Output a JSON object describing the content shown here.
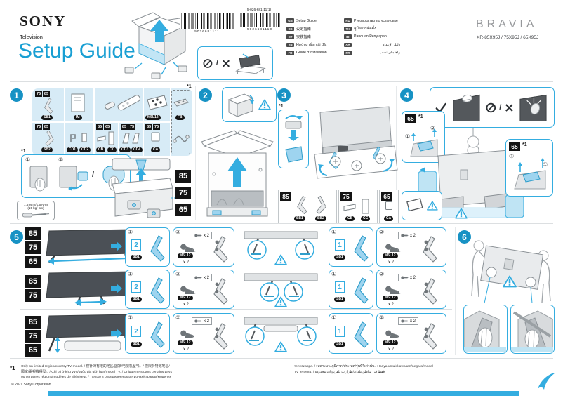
{
  "page": {
    "accent": "#34ade0",
    "accent_dark": "#1792c4",
    "copyright": "© 2021 Sony Corporation"
  },
  "header": {
    "brand": "SONY",
    "product_type": "Television",
    "title": "Setup Guide",
    "barcode_left_text": "5026681111",
    "part_number": "5-026-681-11(1)",
    "barcode_right_text": "5026681110",
    "series": "BRAVIA",
    "models": "XR-85X95J / 75X95J / 65X95J",
    "languages": [
      {
        "code": "GB",
        "label": "Setup Guide"
      },
      {
        "code": "CS",
        "label": "设定指南"
      },
      {
        "code": "CT",
        "label": "安裝指南"
      },
      {
        "code": "VN",
        "label": "Hướng dẫn cài đặt"
      },
      {
        "code": "FR",
        "label": "Guide d'installation"
      },
      {
        "code": "RU",
        "label": "Руководство по установке"
      },
      {
        "code": "TH",
        "label": "คู่มือการติดตั้ง"
      },
      {
        "code": "ID",
        "label": "Panduan Penyiapan"
      },
      {
        "code": "AR",
        "label": "دليل الإعداد"
      },
      {
        "code": "PR",
        "label": "راهنمای نصب"
      }
    ]
  },
  "sizes": {
    "s85": "85",
    "s75": "75",
    "s65": "65"
  },
  "parts": {
    "sb1": "SB1",
    "sb2": "SB2",
    "im": "IM",
    "m5l12": "M5L12",
    "fb": "FB",
    "cd1": "CD1",
    "cd2": "CD2",
    "cb": "CB",
    "cc": "CC",
    "cd3": "CD3",
    "cd4": "CD4",
    "ca": "CA"
  },
  "steps": {
    "n1": "1",
    "n2": "2",
    "n3": "3",
    "n4": "4",
    "n5": "5",
    "n6": "6"
  },
  "notes": {
    "star1": "*1",
    "torque_line1": "1.5 N·m/1.5 N·m",
    "torque_line2": "(15 kgf·cm)",
    "qty2": "x 2",
    "pos1": "1",
    "pos2": "2",
    "sub1": "①",
    "sub2": "②",
    "sub3": "③",
    "slash": "/"
  },
  "footer": {
    "note_label": "*1",
    "left_lines": [
      "Only on limited region/country/TV model. / 仅针对有限的地区/国家/电视机型号。/ 僅限於特定地區/",
      "國家/電視機種型。/ Chỉ có ở khu vực/quốc gia giới hạn/model TV. / Uniquement dans certains pays",
      "ou certaines régions/modèles de téléviseur. / Только в определенных регионах/странах/моделях"
    ],
    "right_lines": [
      "телевизора. / เฉพาะบางภูมิภาค/ประเทศ/รุ่นทีวีเท่านั้น / Hanya untuk kawasan/negara/model",
      "TV tertentu. / فقط في مناطق/بلدان/طرازات تلفزيونات محدودة."
    ]
  }
}
